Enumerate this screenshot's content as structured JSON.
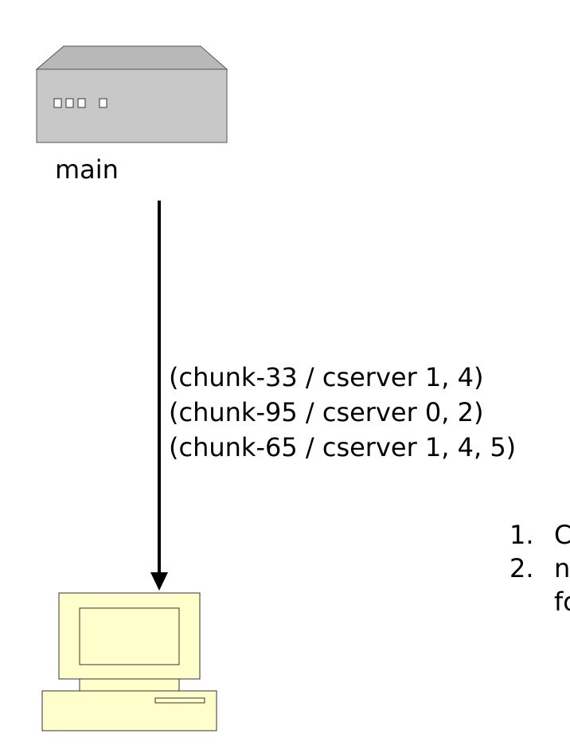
{
  "diagram": {
    "server": {
      "label": "main",
      "indicator_count": 4
    },
    "metadata_lines": [
      "(chunk-33 / cserver 1, 4)",
      "(chunk-95 / cserver 0, 2)",
      "(chunk-65 / cserver 1, 4, 5)"
    ],
    "steps": [
      {
        "number": "1.",
        "text": "C"
      },
      {
        "number": "2.",
        "text": "n",
        "continuation": "fo"
      }
    ],
    "colors": {
      "server_fill": "#c8c8c8",
      "server_top": "#b8b8b8",
      "client_fill": "#ffffcc",
      "outline": "#000000",
      "arrow": "#000000"
    }
  }
}
